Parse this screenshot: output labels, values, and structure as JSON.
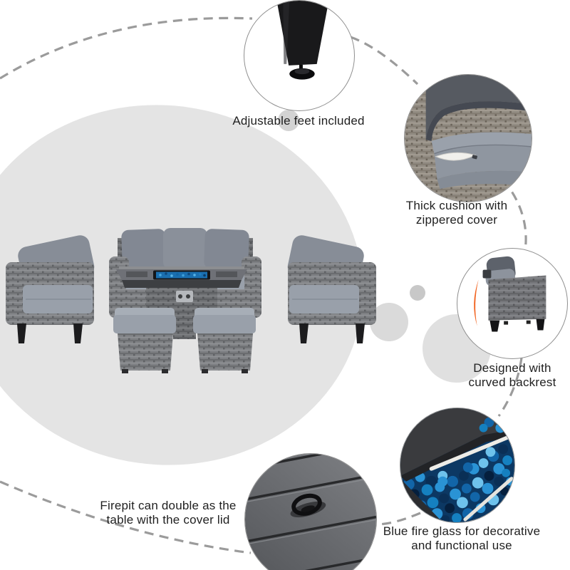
{
  "page": {
    "kind": "product-feature-infographic",
    "subject": "outdoor-wicker-sofa-set-with-fire-pit-table"
  },
  "captions": {
    "feet": {
      "line1": "Adjustable feet included"
    },
    "cushion": {
      "line1": "Thick cushion with",
      "line2": "zippered cover"
    },
    "backrest": {
      "line1": "Designed with",
      "line2": "curved backrest"
    },
    "fireglass": {
      "line1": "Blue fire glass for decorative",
      "line2": "and functional use"
    },
    "lid": {
      "line1": "Firepit can double as the",
      "line2": "table with the cover lid"
    }
  },
  "callouts": [
    {
      "id": "adjustable-feet",
      "image": "adjustable-foot-closeup"
    },
    {
      "id": "thick-cushion",
      "image": "cushion-zipper-closeup"
    },
    {
      "id": "curved-backrest",
      "image": "armchair-side-view"
    },
    {
      "id": "fire-glass",
      "image": "blue-fire-glass-closeup"
    },
    {
      "id": "cover-lid",
      "image": "table-cover-lid-closeup"
    }
  ],
  "colors": {
    "background_ellipse": "#e4e4e4",
    "dashed_line": "#9b9b9b",
    "text": "#1f1f1f",
    "accent_orange": "#f26522",
    "fire_glass_blue": "#1f86c9"
  }
}
